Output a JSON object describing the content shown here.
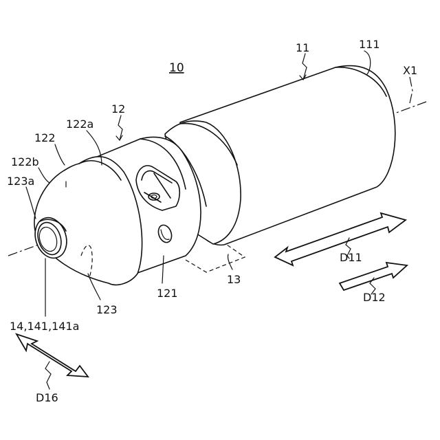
{
  "labels": {
    "figure_ref": "10",
    "body": "11",
    "body_end": "111",
    "axis": "X1",
    "head": "12",
    "head_surface_a": "122a",
    "head_dome": "122",
    "head_surface_b": "122b",
    "head_edge_a": "123a",
    "flat_region": "13",
    "head_side": "121",
    "head_tip": "123",
    "nozzle": "14,141,141a",
    "dir_11": "D11",
    "dir_12": "D12",
    "dir_16": "D16"
  }
}
